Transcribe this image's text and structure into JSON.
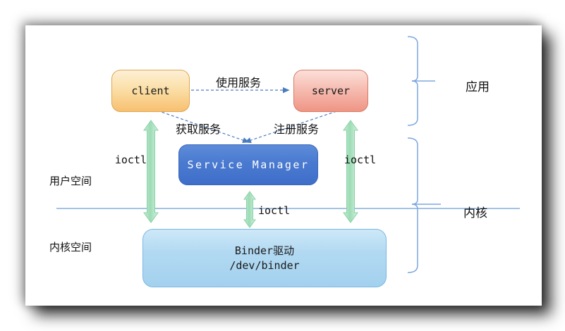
{
  "diagram": {
    "nodes": {
      "client": {
        "label": "client"
      },
      "server": {
        "label": "server"
      },
      "service_manager": {
        "label": "Service Manager"
      },
      "binder_driver": {
        "line1": "Binder驱动",
        "line2": "/dev/binder"
      }
    },
    "edges": {
      "use_service": {
        "label": "使用服务"
      },
      "get_service": {
        "label": "获取服务"
      },
      "register_service": {
        "label": "注册服务"
      },
      "ioctl_left": {
        "label": "ioctl"
      },
      "ioctl_middle": {
        "label": "ioctl"
      },
      "ioctl_right": {
        "label": "ioctl"
      }
    },
    "regions": {
      "user_space": "用户空间",
      "kernel_space": "内核空间",
      "application": "应用",
      "kernel": "内核"
    },
    "colors": {
      "client_fill_top": "#fdf0d6",
      "client_fill_bottom": "#f7c070",
      "client_border": "#e0a653",
      "server_fill_top": "#fbe0d9",
      "server_fill_bottom": "#ef9585",
      "server_border": "#d97a66",
      "service_manager_fill_top": "#5d8cd9",
      "service_manager_fill_bottom": "#3e6ec9",
      "service_manager_border": "#3a66bb",
      "binder_fill_top": "#cde8f8",
      "binder_fill_bottom": "#a3d1ee",
      "binder_border": "#79b8e4",
      "green_arrow_fill": "#9cdbb5",
      "green_arrow_border": "#8ad2a6",
      "dashed_arrow": "#4a7cc0",
      "brace": "#7da7e0",
      "boundary_line": "#85aede"
    }
  }
}
